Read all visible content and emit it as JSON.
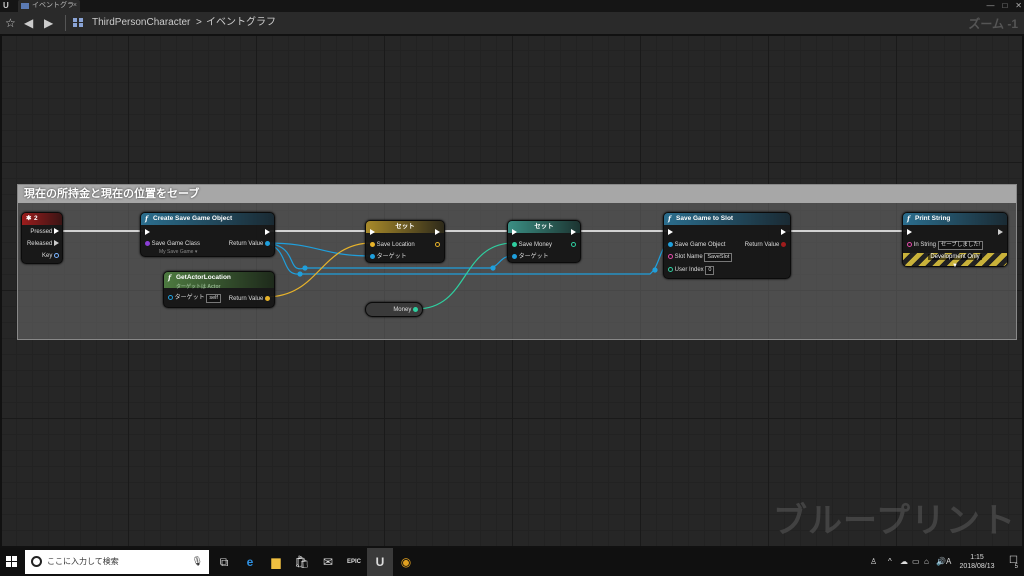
{
  "window": {
    "tab_label": "イベントグラフ",
    "controls": [
      "—",
      "□",
      "✕"
    ]
  },
  "toolbar": {
    "breadcrumb_parent": "ThirdPersonCharacter",
    "breadcrumb_sep": ">",
    "breadcrumb_current": "イベントグラフ",
    "zoom": "ズーム -1"
  },
  "graph": {
    "watermark": "ブループリント",
    "comment_title": "現在の所持金と現在の位置をセーブ"
  },
  "nodes": {
    "key_event": {
      "title": "2",
      "pins": [
        "Pressed",
        "Released",
        "Key"
      ]
    },
    "create_save": {
      "title": "Create Save Game Object",
      "in_label": "Save Game Class",
      "in_value": "My Save Game",
      "out_label": "Return Value"
    },
    "get_actor_location": {
      "title": "GetActorLocation",
      "subtitle": "ターゲットは Actor",
      "target_label": "ターゲット",
      "target_value": "self",
      "out_label": "Return Value"
    },
    "set_location": {
      "title": "セット",
      "in_label": "Save Location",
      "target_label": "ターゲット"
    },
    "set_money": {
      "title": "セット",
      "in_label": "Save Money",
      "target_label": "ターゲット"
    },
    "money_var": {
      "label": "Money"
    },
    "save_to_slot": {
      "title": "Save Game to Slot",
      "obj_label": "Save Game Object",
      "out_label": "Return Value",
      "slot_label": "Slot Name",
      "slot_value": "SaveSlot",
      "index_label": "User Index",
      "index_value": "0"
    },
    "print_string": {
      "title": "Print String",
      "in_label": "In String",
      "in_value": "セーブしました!",
      "dev_label": "Development Only"
    }
  },
  "taskbar": {
    "search_placeholder": "ここに入力して検索",
    "time": "1:15",
    "date": "2018/08/13",
    "notif_count": "5"
  },
  "colors": {
    "exec_wire": "#ffffff",
    "object_wire": "#1f9fdc",
    "vector_wire": "#e8b32a",
    "float_wire": "#2fcfa0"
  }
}
